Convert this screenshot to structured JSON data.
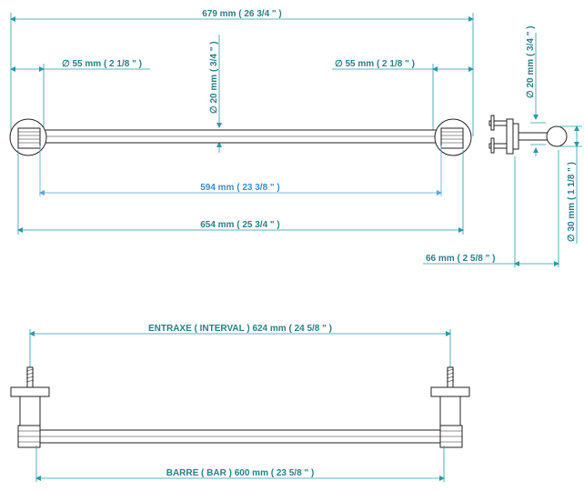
{
  "colors": {
    "dimension_line": "#2a9aa6",
    "dimension_text": "#2a7f8a",
    "inner_dimension": "#3a8ec8",
    "part_outline": "#222222"
  },
  "top_view": {
    "overall_length": "679 mm ( 26 3/4 \" )",
    "left_flange_diameter": "∅ 55 mm ( 2 1/8 \" )",
    "right_flange_diameter": "∅ 55 mm ( 2 1/8 \" )",
    "bar_diameter": "∅ 20 mm ( 3/4 \" )",
    "inner_length": "594 mm ( 23 3/8 \" )",
    "outer_span": "654 mm ( 25 3/4 \" )"
  },
  "side_view": {
    "bar_diameter": "∅ 20 mm ( 3/4 \" )",
    "bar_outer_diameter": "∅ 30 mm ( 1 1/8 \" )",
    "projection": "66 mm ( 2 5/8 \" )"
  },
  "front_view": {
    "interval": "ENTRAXE ( INTERVAL ) 624 mm ( 24 5/8 \" )",
    "bar_length": "BARRE ( BAR ) 600 mm ( 23 5/8 \" )"
  }
}
